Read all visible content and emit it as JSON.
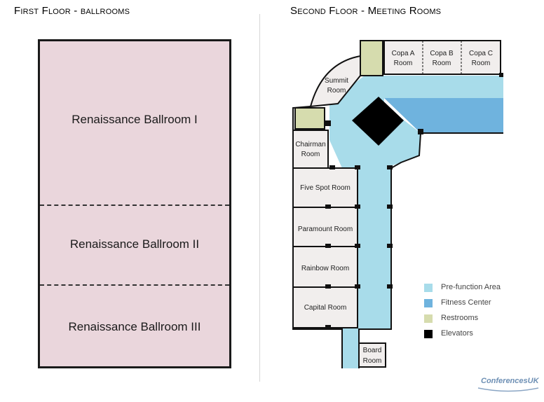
{
  "titles": {
    "first_floor": "First Floor - ballrooms",
    "second_floor": "Second Floor - Meeting Rooms"
  },
  "ballrooms": [
    "Renaissance Ballroom I",
    "Renaissance Ballroom II",
    "Renaissance Ballroom III"
  ],
  "rooms": {
    "copa_a": "Copa A",
    "copa_b": "Copa B",
    "copa_c": "Copa C",
    "room_word": "Room",
    "summit": "Summit",
    "chairman": "Chairman",
    "five_spot": "Five Spot Room",
    "paramount": "Paramount Room",
    "rainbow": "Rainbow Room",
    "capital": "Capital Room",
    "board": "Board"
  },
  "legend": [
    {
      "label": "Pre-function Area",
      "color": "#a8dcea"
    },
    {
      "label": "Fitness Center",
      "color": "#6fb3de"
    },
    {
      "label": "Restrooms",
      "color": "#d6dcae"
    },
    {
      "label": "Elevators",
      "color": "#000000"
    }
  ],
  "colors": {
    "ballroom_fill": "#ead6dc",
    "meeting_room_fill": "#f1eeed",
    "prefunction": "#a8dcea",
    "fitness": "#6fb3de",
    "restroom": "#d6dcae",
    "elevator": "#000000"
  },
  "logo": "ConferencesUK"
}
